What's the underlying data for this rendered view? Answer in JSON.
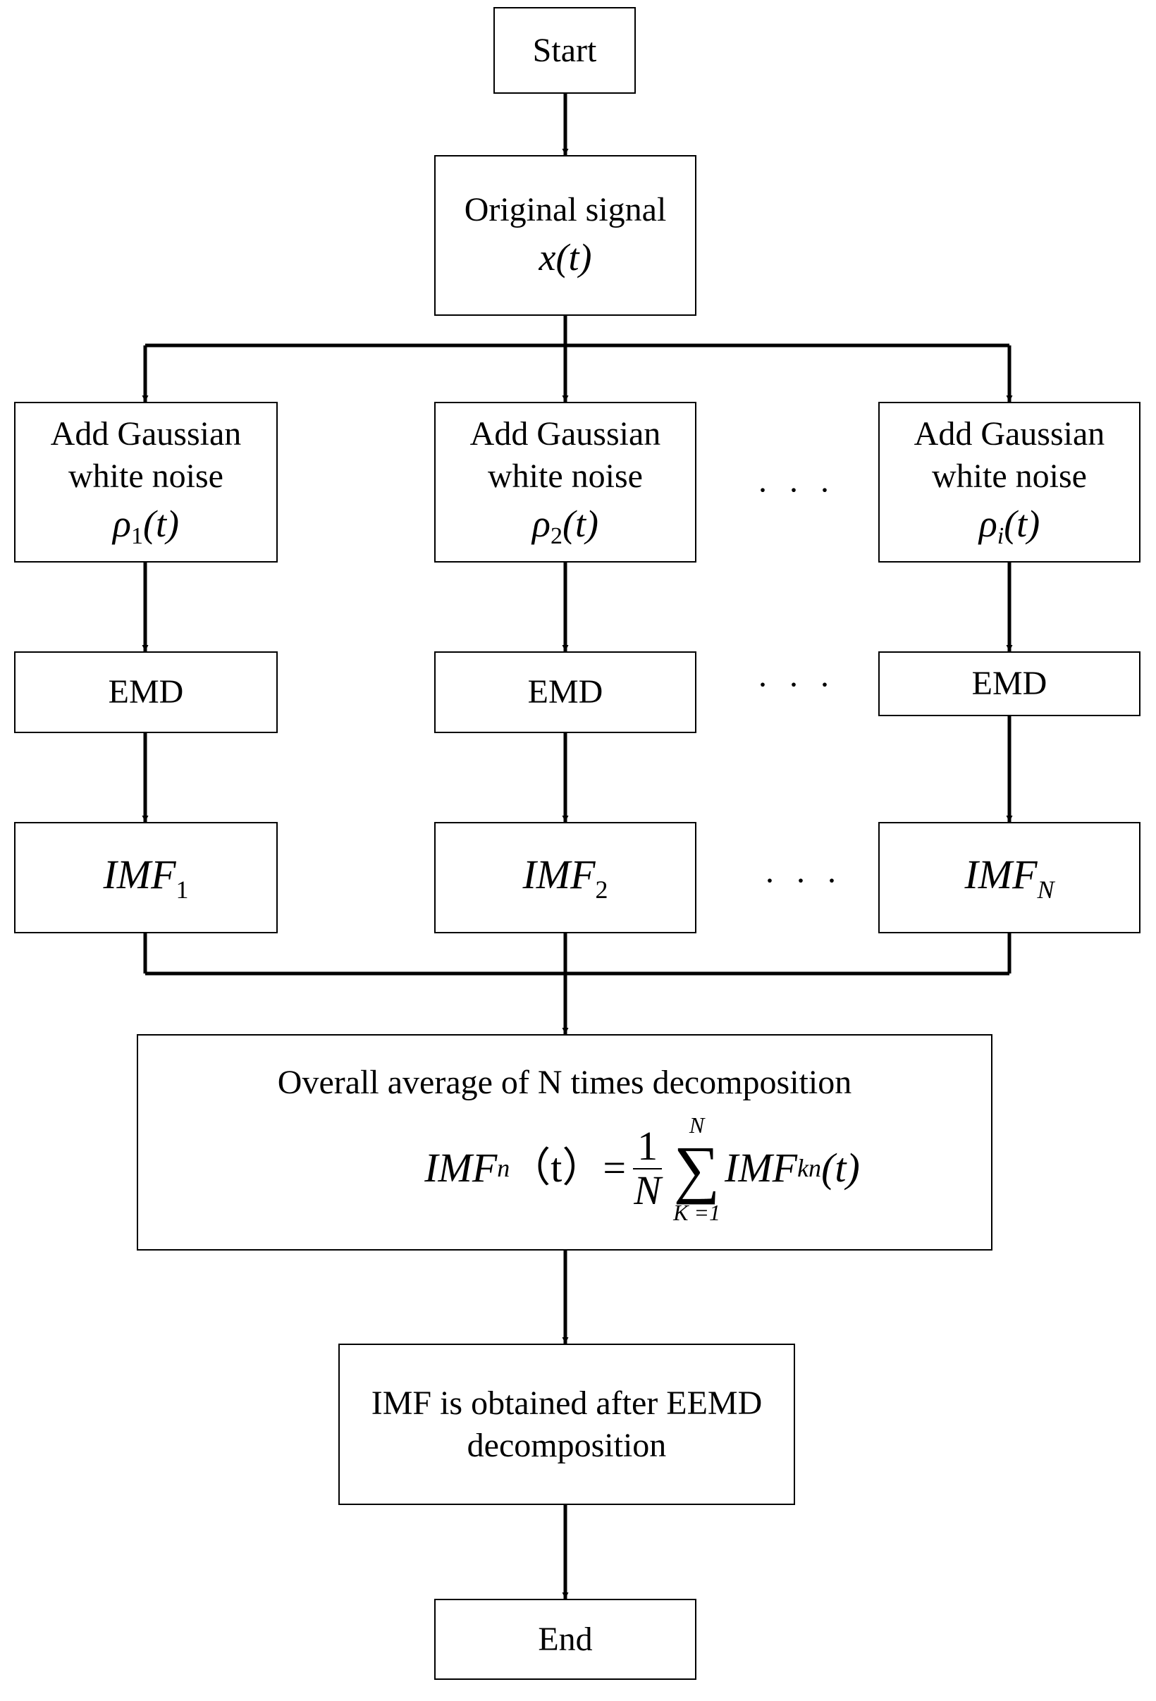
{
  "nodes": {
    "start": "Start",
    "original_signal": {
      "label": "Original signal",
      "math": "x(t)"
    },
    "noise_1": {
      "line1": "Add Gaussian",
      "line2": "white noise",
      "sym": "ρ",
      "sub": "1",
      "arg": "(t)"
    },
    "noise_2": {
      "line1": "Add Gaussian",
      "line2": "white noise",
      "sym": "ρ",
      "sub": "2",
      "arg": "(t)"
    },
    "noise_i": {
      "line1": "Add Gaussian",
      "line2": "white noise",
      "sym": "ρ",
      "sub": "i",
      "arg": "(t)"
    },
    "emd_1": "EMD",
    "emd_2": "EMD",
    "emd_n": "EMD",
    "imf_1": {
      "base": "IMF",
      "sub": "1"
    },
    "imf_2": {
      "base": "IMF",
      "sub": "2"
    },
    "imf_n": {
      "base": "IMF",
      "sub": "N"
    },
    "average": {
      "label": "Overall average of N times decomposition",
      "lhs_base": "IMF",
      "lhs_sub": "n",
      "lhs_arg": "（t）=",
      "frac_num": "1",
      "frac_den": "N",
      "sum_upper": "N",
      "sum_symbol": "∑",
      "sum_lower": "K =1",
      "rhs_base": "IMF",
      "rhs_sub": "kn",
      "rhs_arg": "(t)"
    },
    "result": {
      "line1": "IMF is obtained after EEMD",
      "line2": "decomposition"
    },
    "end": "End"
  },
  "ellipsis": "· · ·"
}
